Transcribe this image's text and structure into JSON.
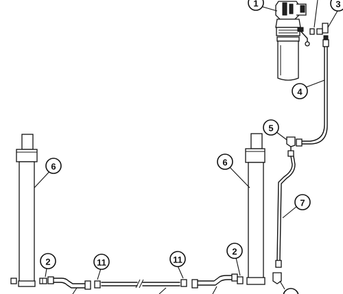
{
  "callouts": {
    "c1": "1",
    "c2a": "2",
    "c2b": "2",
    "c3": "3",
    "c4": "4",
    "c5": "5",
    "c6a": "6",
    "c6b": "6",
    "c7": "7",
    "c11a": "11",
    "c11b": "11"
  }
}
